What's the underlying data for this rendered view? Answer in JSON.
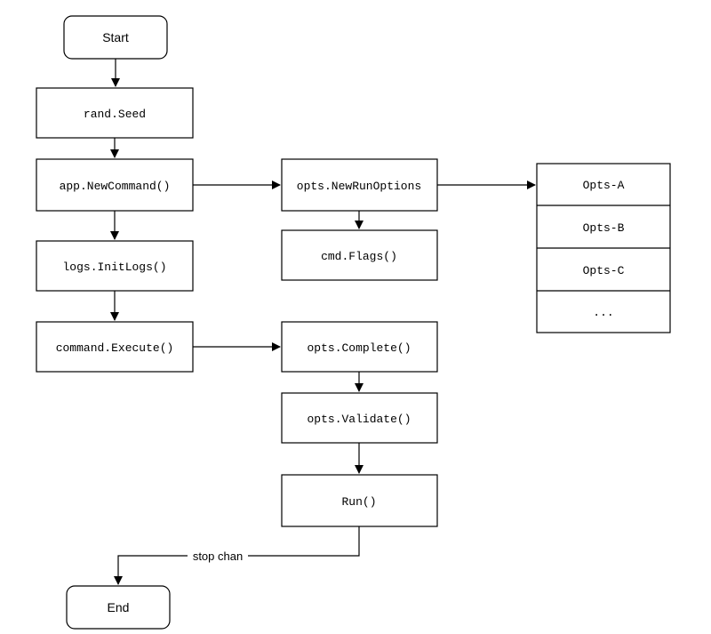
{
  "nodes": {
    "start": "Start",
    "end": "End",
    "rand_seed": "rand.Seed",
    "new_command": "app.NewCommand()",
    "init_logs": "logs.InitLogs()",
    "command_execute": "command.Execute()",
    "new_run_options": "opts.NewRunOptions",
    "cmd_flags": "cmd.Flags()",
    "opts_complete": "opts.Complete()",
    "opts_validate": "opts.Validate()",
    "run": "Run()"
  },
  "options_list": [
    "Opts-A",
    "Opts-B",
    "Opts-C",
    "..."
  ],
  "edge_labels": {
    "stop_chan": "stop chan"
  }
}
